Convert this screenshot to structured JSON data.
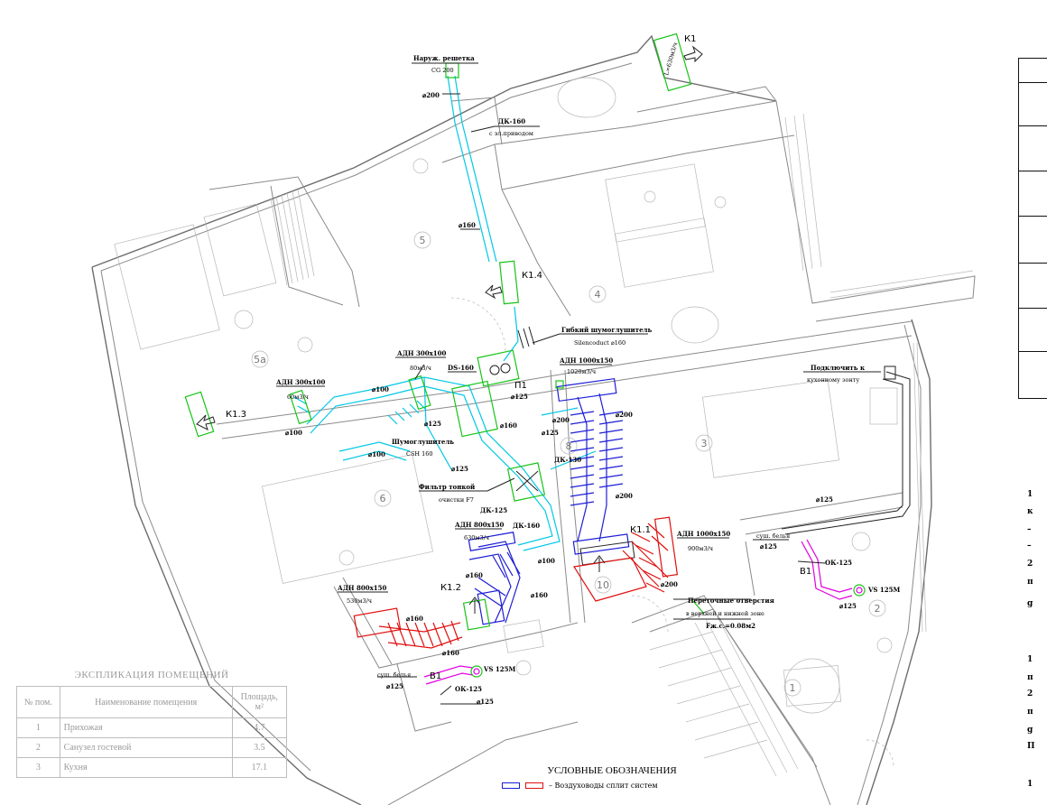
{
  "labels": {
    "grille_title": "Наруж. решетка",
    "grille_model": "CG 200",
    "d200_top": "⌀200",
    "dk160_top": "ДК-160",
    "dk160_drive": "с эл.приводом",
    "d160_mid": "⌀160",
    "k14": "К1.4",
    "k13": "К1.3",
    "k11": "К1.1",
    "k12": "К1.2",
    "k1": "К1",
    "k1_box": "L=630м3/ч",
    "flex_title": "Гибкий шумоглушитель",
    "flex_model": "Silencoduct ⌀160",
    "adn300_right_title": "АДН 300х100",
    "adn300_right_flow": "80м3/ч",
    "adn300_left_title": "АДН 300х100",
    "adn300_left_flow": "60м3/ч",
    "ds160": "DS-160",
    "p1": "П1",
    "d125_p1": "⌀125",
    "adn1000_top_title": "АДН 1000х150",
    "adn1000_top_flow": "1020м3/ч",
    "d100_a": "⌀100",
    "d100_b": "⌀100",
    "d100_c": "⌀100",
    "d125_a": "⌀125",
    "d160_b": "⌀160",
    "d200_b": "⌀200",
    "d200_c": "⌀200",
    "d125_b": "⌀125",
    "silencer_title": "Шумоглушитель",
    "silencer_model": "CSH 160",
    "dk130": "ДК-130",
    "d125_c": "⌀125",
    "filter_title": "Фильтр тонкой",
    "filter_sub": "очистки F7",
    "dk125": "ДК-125",
    "adn800_mid_title": "АДН 800х150",
    "adn800_mid_flow": "630м3/ч",
    "dk160_mid": "ДК-160",
    "d200_d": "⌀200",
    "adn1000_right_title": "АДН 1000х150",
    "adn1000_right_flow": "900м3/ч",
    "d200_e": "⌀200",
    "d100_d": "⌀100",
    "d160_c": "⌀160",
    "d160_d": "⌀160",
    "adn800_left_title": "АДН 800х150",
    "adn800_left_flow": "530м3/ч",
    "d160_e": "⌀160",
    "d160_f": "⌀160",
    "b1_left": "В1",
    "vs_left": "VS 125M",
    "sush_left": "суш. белья",
    "sush_left_d": "⌀125",
    "ok125_left": "ОК-125",
    "d125_left": "⌀125",
    "overflow_title": "Переточные отверстия",
    "overflow_sub": "в верхней и нижней зоне",
    "overflow_area": "Fж.с.=0.08м2",
    "kitchen_title": "Подключить к",
    "kitchen_sub": "кухонному зонту",
    "d125_k": "⌀125",
    "sush_right": "суш. белья",
    "sush_right_d": "⌀125",
    "b1_right": "В1",
    "ok125_right": "ОК-125",
    "vs_right": "VS 125M",
    "d125_right": "⌀125"
  },
  "rooms": {
    "r1": "1",
    "r2": "2",
    "r3": "3",
    "r4": "4",
    "r5": "5",
    "r5a": "5а",
    "r6": "6",
    "r8": "8",
    "r10": "10"
  },
  "explication": {
    "title": "ЭКСПЛИКАЦИЯ ПОМЕЩЕНИЙ",
    "headers": {
      "num": "№ пом.",
      "name": "Наименование помещения",
      "area": "Площадь, м²"
    },
    "rows": [
      {
        "num": "1",
        "name": "Прихожая",
        "area": "4.7"
      },
      {
        "num": "2",
        "name": "Санузел гостевой",
        "area": "3.5"
      },
      {
        "num": "3",
        "name": "Кухня",
        "area": "17.1"
      }
    ]
  },
  "legend": {
    "title": "УСЛОВНЫЕ ОБОЗНАЧЕНИЯ",
    "item": "– Воздуховоды сплит систем"
  },
  "right_notes": [
    "1",
    "к",
    "–",
    "–",
    "2",
    "п",
    "g",
    "1",
    "п",
    "2",
    "п",
    "g",
    "П",
    "1"
  ],
  "colors": {
    "supply": "#00c8e6",
    "split_blue": "#1d1dd6",
    "split_red": "#e01010",
    "exhaust": "#e000e0",
    "grilles": "#17c417",
    "walls": "#8a8a8a"
  }
}
